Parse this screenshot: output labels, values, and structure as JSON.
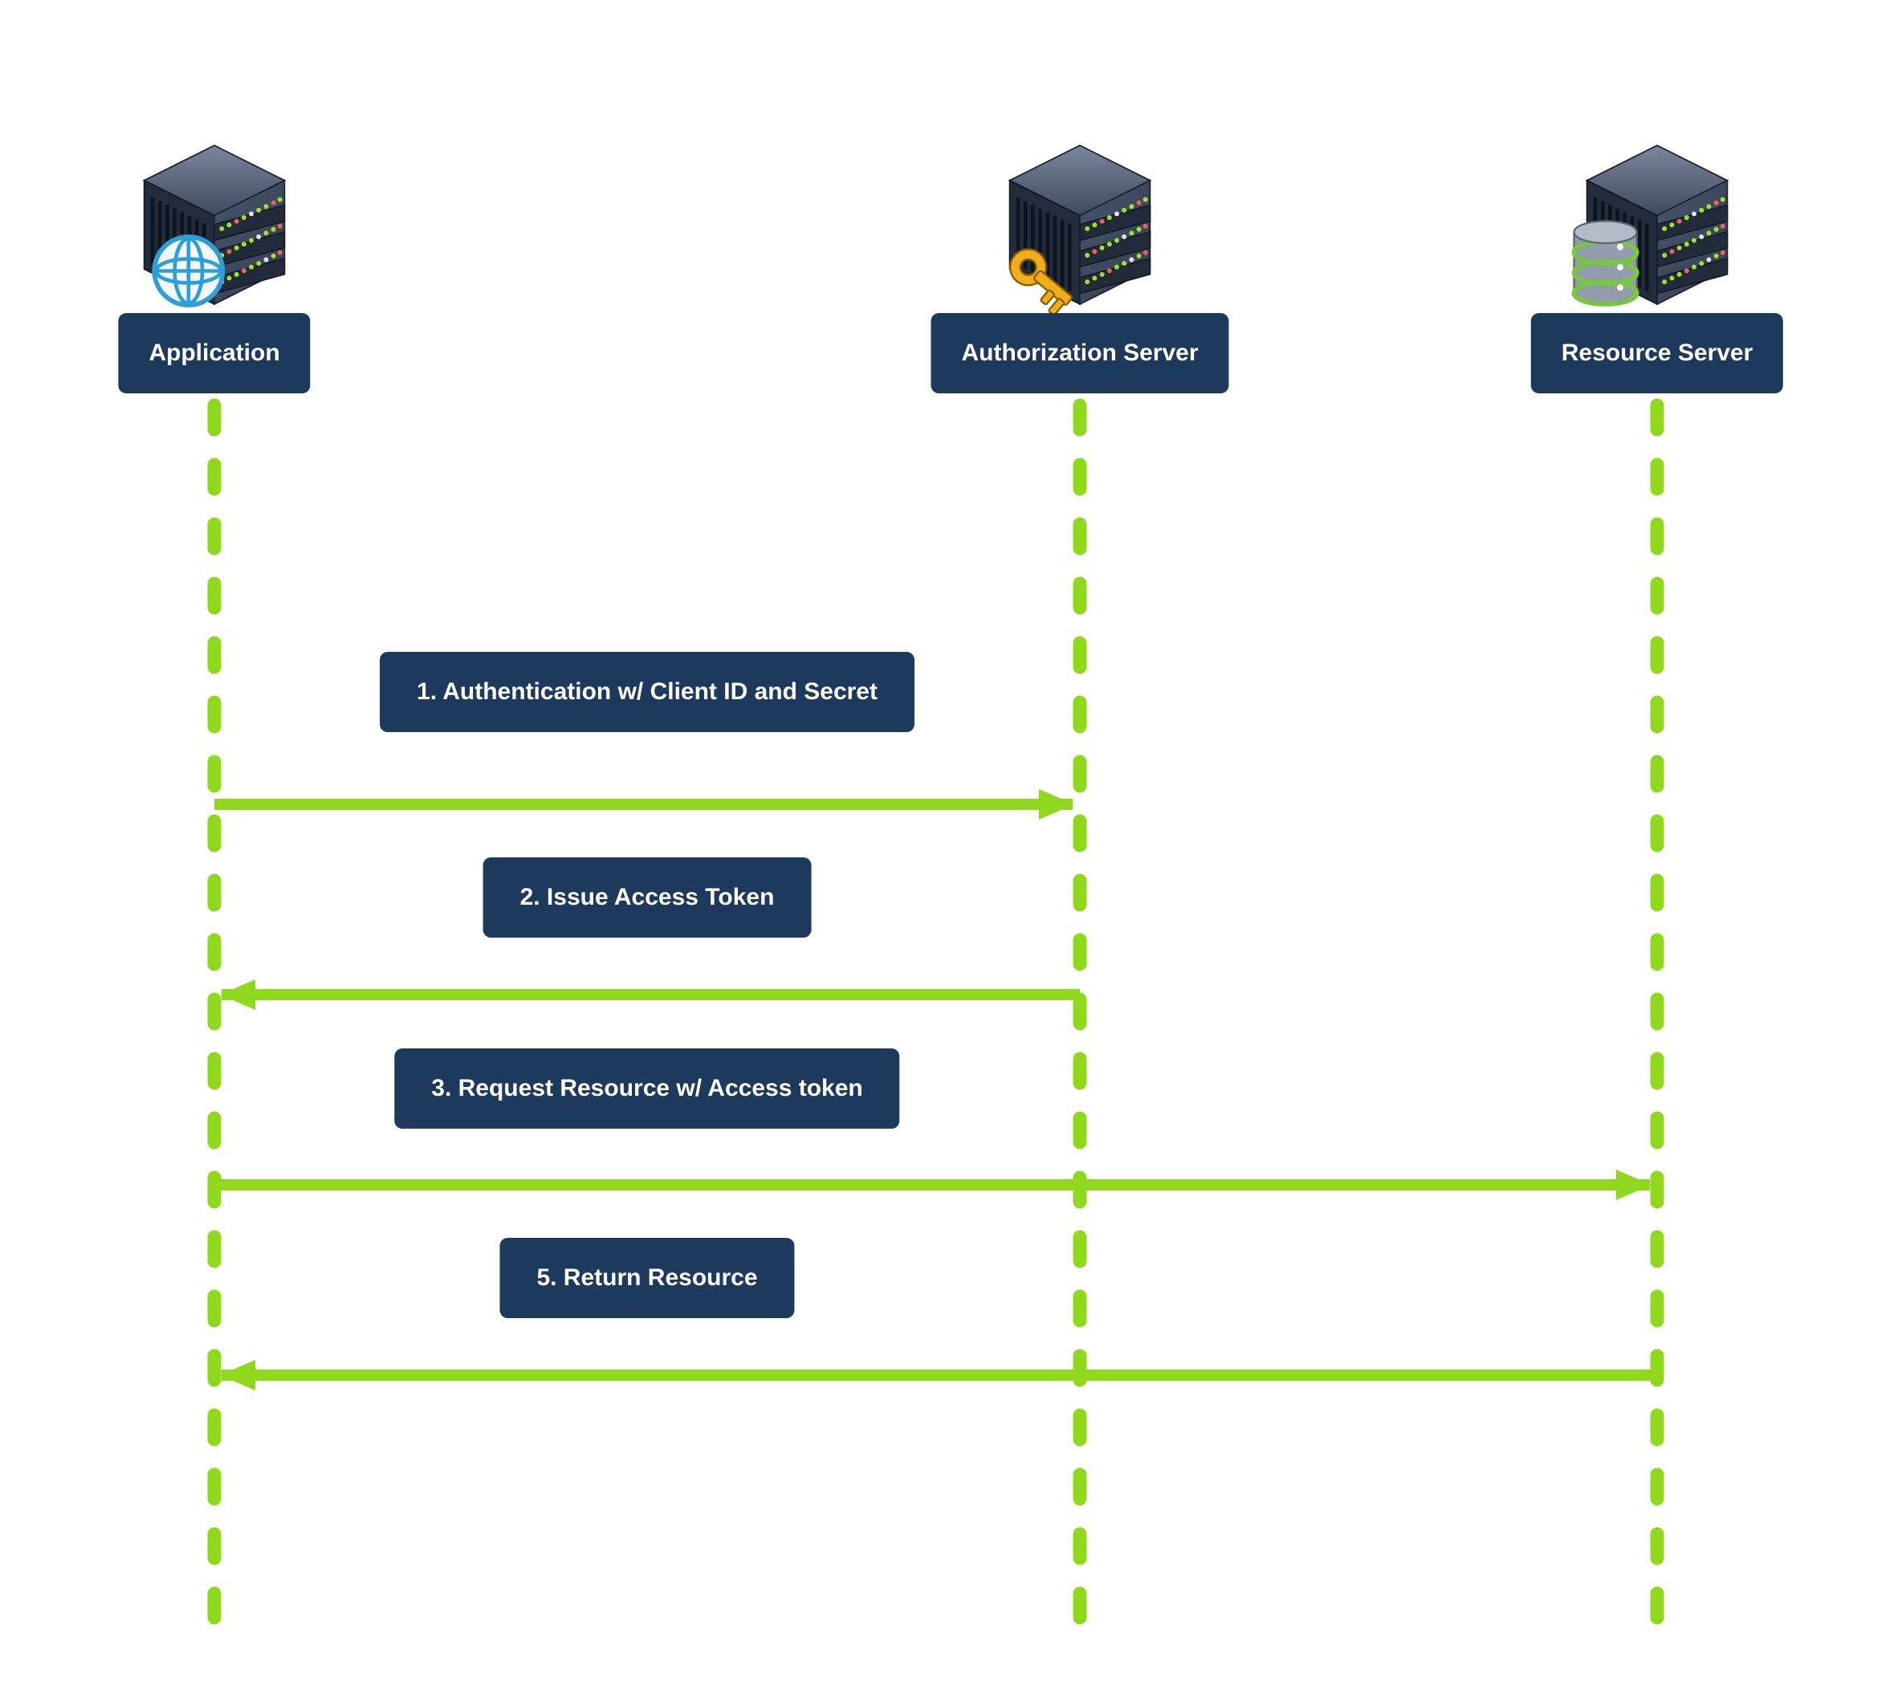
{
  "diagram": {
    "type": "sequence",
    "colors": {
      "accent": "#8FD81E",
      "box": "#1D3A5C",
      "text": "#FFFFFF",
      "background": "#FFFFFF"
    },
    "actors": [
      {
        "id": "application",
        "label": "Application",
        "icon": "server-globe-icon"
      },
      {
        "id": "authorization-server",
        "label": "Authorization Server",
        "icon": "server-key-icon"
      },
      {
        "id": "resource-server",
        "label": "Resource Server",
        "icon": "server-database-icon"
      }
    ],
    "messages": [
      {
        "label": "1. Authentication w/ Client ID and Secret",
        "from": "application",
        "to": "authorization-server",
        "direction": "right"
      },
      {
        "label": "2. Issue Access Token",
        "from": "authorization-server",
        "to": "application",
        "direction": "left"
      },
      {
        "label": "3. Request Resource w/ Access token",
        "from": "application",
        "to": "resource-server",
        "direction": "right"
      },
      {
        "label": "5. Return Resource",
        "from": "resource-server",
        "to": "application",
        "direction": "left"
      }
    ]
  }
}
